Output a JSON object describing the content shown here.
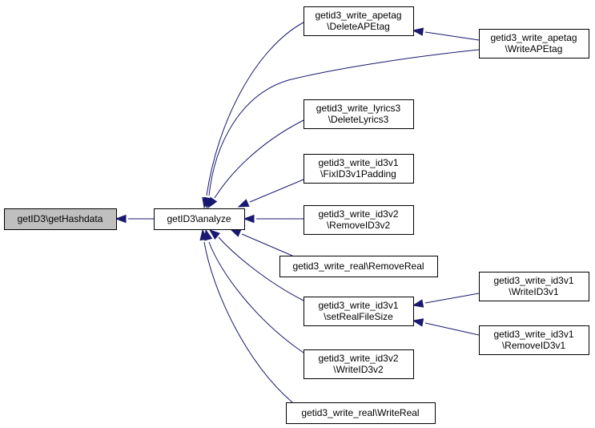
{
  "diagram": {
    "type": "call-graph",
    "nodes": [
      {
        "id": "gethashdata",
        "lines": [
          "getID3\\getHashdata"
        ],
        "highlight": true
      },
      {
        "id": "analyze",
        "lines": [
          "getID3\\analyze"
        ]
      },
      {
        "id": "apetag_delete",
        "lines": [
          "getid3_write_apetag",
          "\\DeleteAPEtag"
        ]
      },
      {
        "id": "apetag_write",
        "lines": [
          "getid3_write_apetag",
          "\\WriteAPEtag"
        ]
      },
      {
        "id": "lyrics3_delete",
        "lines": [
          "getid3_write_lyrics3",
          "\\DeleteLyrics3"
        ]
      },
      {
        "id": "id3v1_fixpad",
        "lines": [
          "getid3_write_id3v1",
          "\\FixID3v1Padding"
        ]
      },
      {
        "id": "id3v2_remove",
        "lines": [
          "getid3_write_id3v2",
          "\\RemoveID3v2"
        ]
      },
      {
        "id": "real_remove",
        "lines": [
          "getid3_write_real\\RemoveReal"
        ]
      },
      {
        "id": "id3v1_setsize",
        "lines": [
          "getid3_write_id3v1",
          "\\setRealFileSize"
        ]
      },
      {
        "id": "id3v1_write",
        "lines": [
          "getid3_write_id3v1",
          "\\WriteID3v1"
        ]
      },
      {
        "id": "id3v1_remove",
        "lines": [
          "getid3_write_id3v1",
          "\\RemoveID3v1"
        ]
      },
      {
        "id": "id3v2_write",
        "lines": [
          "getid3_write_id3v2",
          "\\WriteID3v2"
        ]
      },
      {
        "id": "real_write",
        "lines": [
          "getid3_write_real\\WriteReal"
        ]
      }
    ],
    "edges": [
      {
        "from": "analyze",
        "to": "gethashdata"
      },
      {
        "from": "apetag_delete",
        "to": "analyze"
      },
      {
        "from": "apetag_write",
        "to": "analyze"
      },
      {
        "from": "apetag_write",
        "to": "apetag_delete"
      },
      {
        "from": "lyrics3_delete",
        "to": "analyze"
      },
      {
        "from": "id3v1_fixpad",
        "to": "analyze"
      },
      {
        "from": "id3v2_remove",
        "to": "analyze"
      },
      {
        "from": "real_remove",
        "to": "analyze"
      },
      {
        "from": "id3v1_setsize",
        "to": "analyze"
      },
      {
        "from": "id3v1_write",
        "to": "id3v1_setsize"
      },
      {
        "from": "id3v1_remove",
        "to": "id3v1_setsize"
      },
      {
        "from": "id3v2_write",
        "to": "analyze"
      },
      {
        "from": "real_write",
        "to": "analyze"
      }
    ]
  }
}
